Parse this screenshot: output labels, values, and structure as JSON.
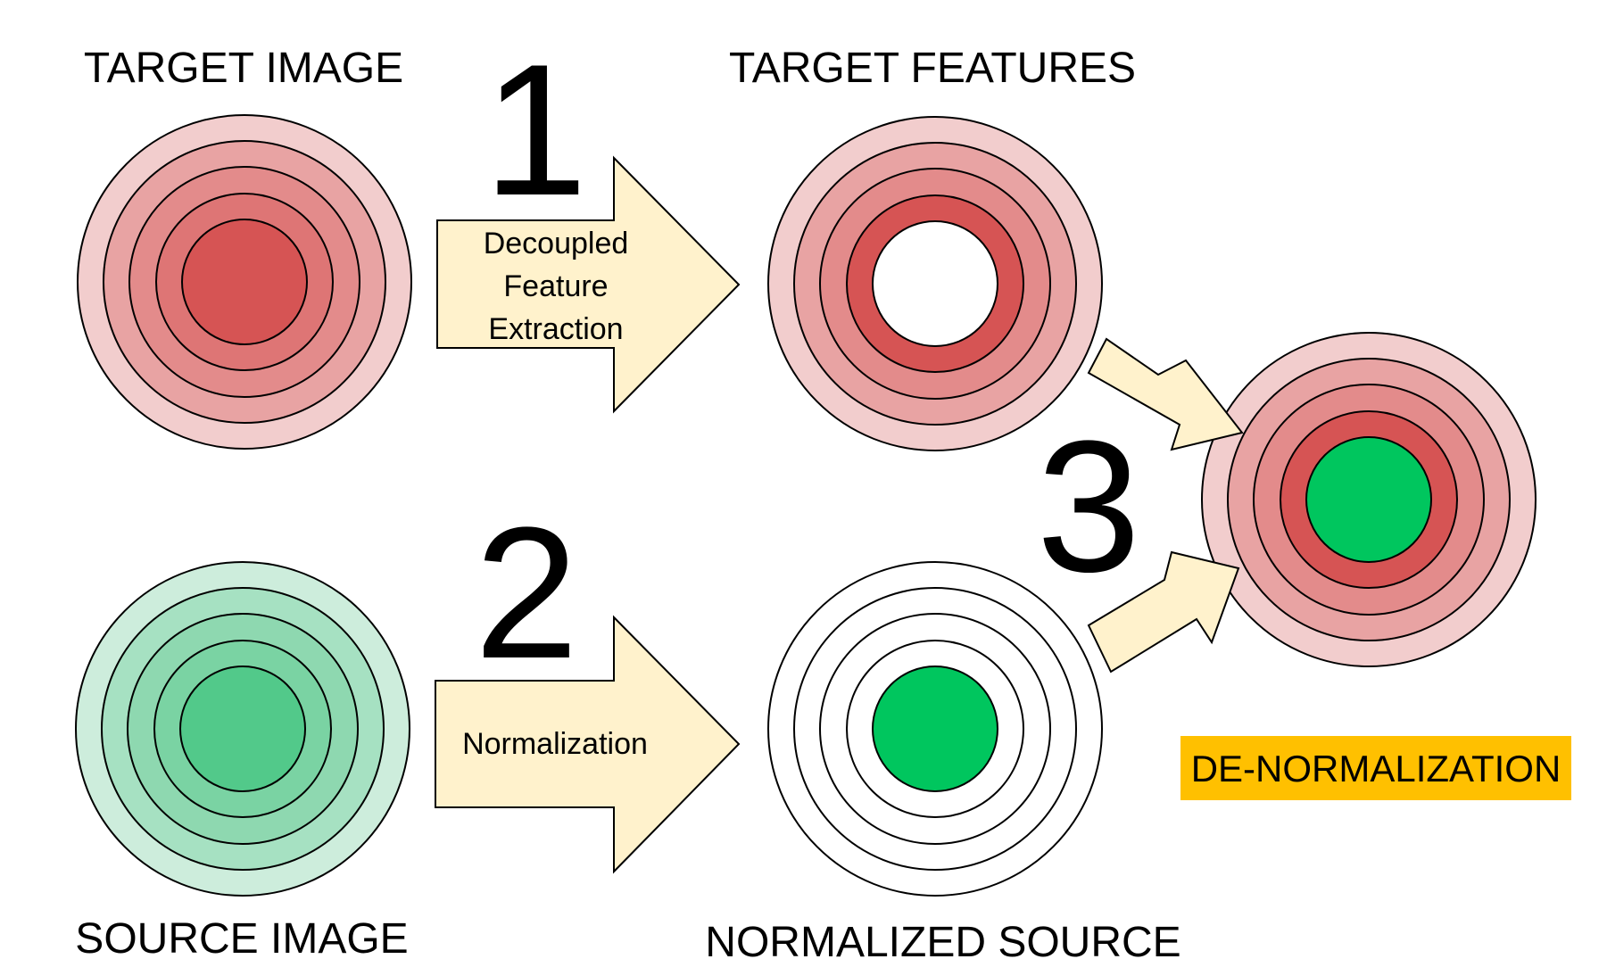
{
  "labels": {
    "target_image": "TARGET IMAGE",
    "target_features": "TARGET FEATURES",
    "source_image": "SOURCE IMAGE",
    "normalized_source": "NORMALIZED SOURCE",
    "de_normalization": "DE-NORMALIZATION"
  },
  "steps": {
    "one": "1",
    "two": "2",
    "three": "3"
  },
  "arrows": {
    "feature_extraction": {
      "line1": "Decoupled",
      "line2": "Feature",
      "line3": "Extraction"
    },
    "normalization": {
      "line1": "Normalization"
    }
  },
  "colors": {
    "red_ring_1": "#F2CDCD",
    "red_ring_2": "#E8A3A3",
    "red_ring_3": "#E38B8B",
    "red_ring_4": "#DE7575",
    "red_core": "#D65454",
    "green_ring_1": "#CDEDDC",
    "green_ring_2": "#A6E1C2",
    "green_ring_3": "#8ED8B0",
    "green_ring_4": "#7AD3A3",
    "green_core": "#52C98A",
    "bright_green": "#00C65E",
    "arrow_fill": "#FFF2CC",
    "badge_fill": "#FFC000"
  }
}
